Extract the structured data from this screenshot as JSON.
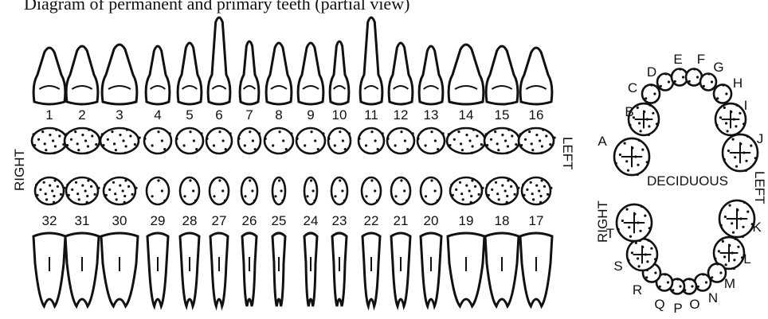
{
  "title": "Diagram of permanent and primary teeth (partial view)",
  "permanent": {
    "upper_numbers": [
      "1",
      "2",
      "3",
      "4",
      "5",
      "6",
      "7",
      "8",
      "9",
      "10",
      "11",
      "12",
      "13",
      "14",
      "15",
      "16"
    ],
    "lower_numbers": [
      "32",
      "31",
      "30",
      "29",
      "28",
      "27",
      "26",
      "25",
      "24",
      "23",
      "22",
      "21",
      "20",
      "19",
      "18",
      "17"
    ],
    "right_label": "RIGHT",
    "left_label": "LEFT"
  },
  "deciduous": {
    "center_label": "DECIDUOUS",
    "right_label": "RIGHT",
    "left_label": "LEFT",
    "upper_letters": [
      "A",
      "B",
      "C",
      "D",
      "E",
      "F",
      "G",
      "H",
      "I",
      "J"
    ],
    "lower_letters": [
      "K",
      "L",
      "M",
      "N",
      "O",
      "P",
      "Q",
      "R",
      "S",
      "T"
    ]
  }
}
